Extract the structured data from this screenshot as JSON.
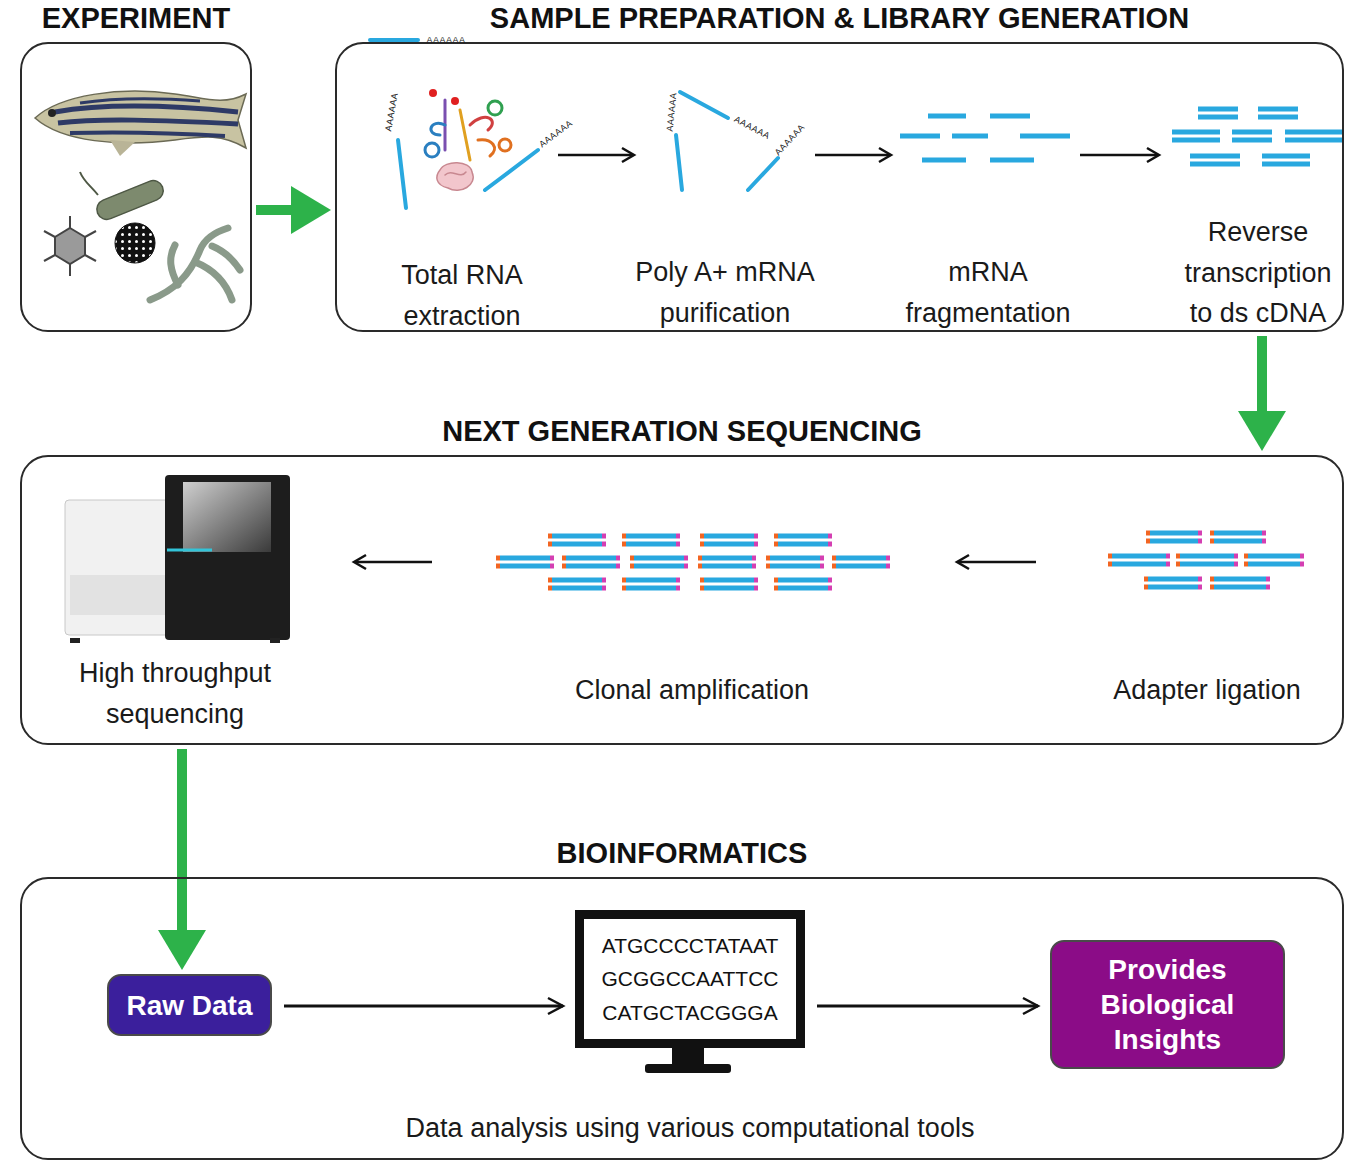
{
  "diagram": {
    "nodes": [
      {
        "text": [
          "EXPERIMENT"
        ]
      },
      {
        "text": [
          "SAMPLE PREPARATION & LIBRARY GENERATION"
        ]
      },
      {
        "text": [
          "NEXT GENERATION SEQUENCING"
        ]
      },
      {
        "text": [
          "BIOINFORMATICS"
        ]
      },
      {
        "text": [
          "Raw Data"
        ],
        "in": 3
      },
      {
        "text": [
          "ATGCCCCTATAAT",
          "GCGGCCAATTCC",
          "CATGCTACGGGA"
        ],
        "in": 3
      },
      {
        "text": [
          "Provides Biological Insights"
        ],
        "in": 3
      }
    ],
    "edges": [
      {
        "from": 0,
        "to": 1,
        "arrow": "to"
      },
      {
        "from": 1,
        "to": 2,
        "arrow": "to"
      },
      {
        "from": 2,
        "to": 4,
        "arrow": "to"
      },
      {
        "from": 4,
        "to": 5,
        "arrow": "to"
      },
      {
        "from": 5,
        "to": 6,
        "arrow": "to"
      }
    ],
    "labels": [
      "AAAAAA",
      "AAAAAA",
      "AAAAAA",
      "AAAAAA",
      "AAAAAA",
      "AAAAAA",
      "Total RNA extraction",
      "Poly A+ mRNA purification",
      "mRNA fragmentation",
      "Reverse transcription to ds cDNA",
      "High throughput sequencing",
      "Clonal amplification",
      "Adapter ligation",
      "Data analysis using various computational tools"
    ]
  }
}
